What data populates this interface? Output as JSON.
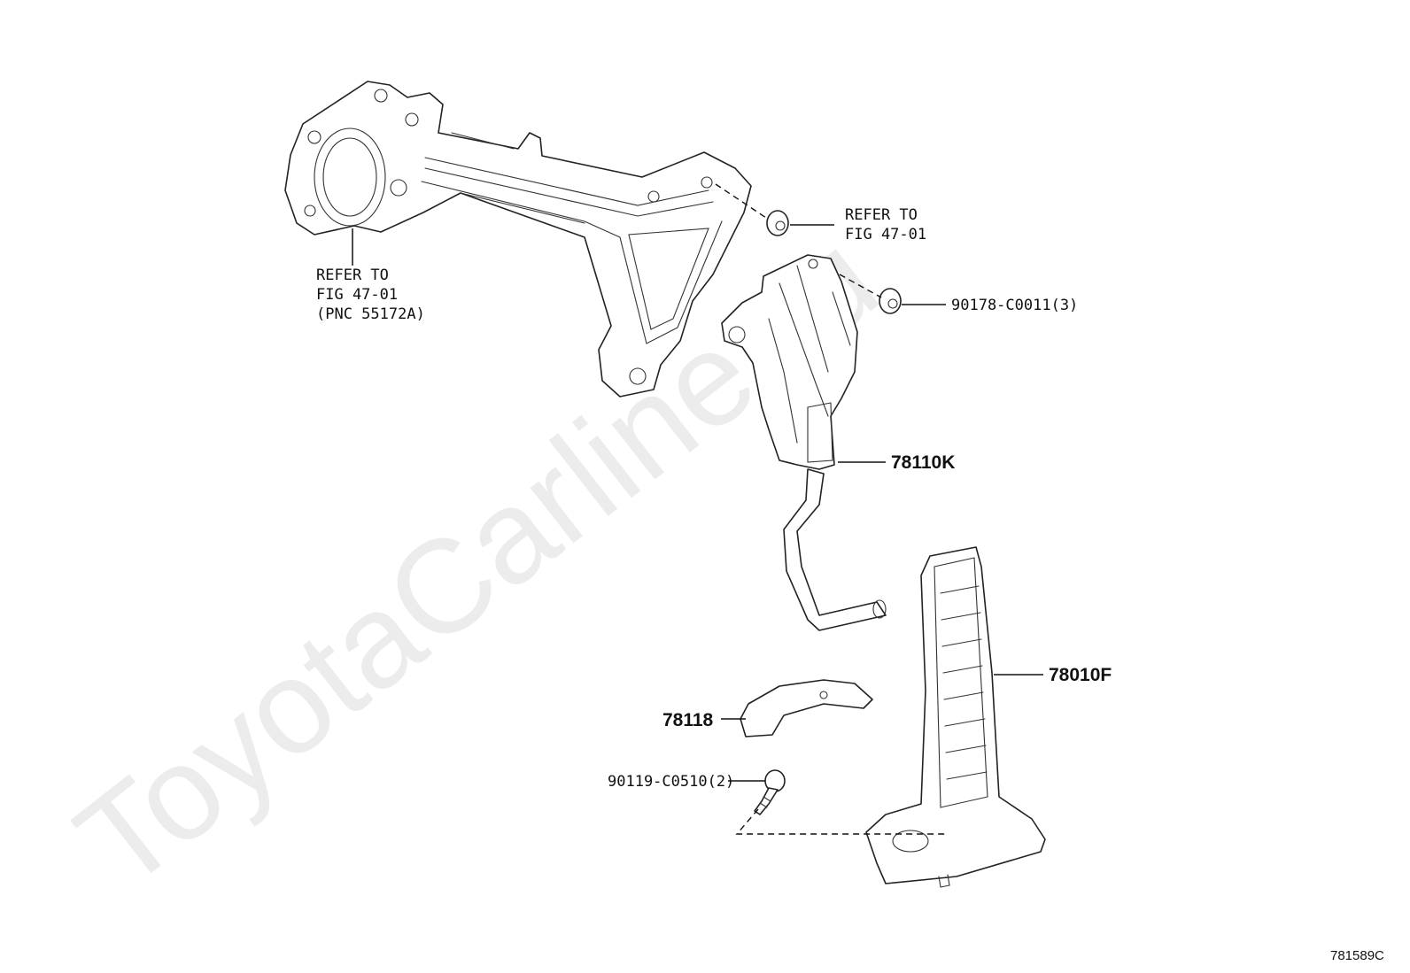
{
  "watermark": "ToyotaCarline.ru",
  "diagram_code": "781589C",
  "callouts": {
    "bracket_ref": [
      "REFER TO",
      "FIG 47-01",
      "(PNC 55172A)"
    ],
    "nut_ref": [
      "REFER TO",
      "FIG 47-01"
    ],
    "nut": "90178-C0011(3)",
    "pedal_sensor": "78110K",
    "pedal": "78010F",
    "cover": "78118",
    "bolt": "90119-C0510(2)"
  }
}
